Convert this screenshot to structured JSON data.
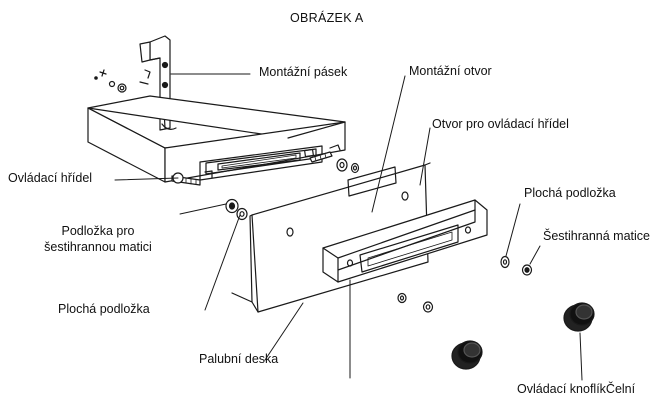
{
  "title": "OBRÁZEK A",
  "labels": {
    "mounting_strap": "Montážní pásek",
    "mounting_hole": "Montážní otvor",
    "shaft_hole": "Otvor pro ovládací hřídel",
    "control_shaft": "Ovládací hřídel",
    "hex_washer_1": "Podložka pro",
    "hex_washer_2": "šestihrannou matici",
    "flat_washer_left": "Plochá podložka",
    "flat_washer_right": "Plochá podložka",
    "hex_nut": "Šestihranná matice",
    "dashboard": "Palubní deska",
    "knob_front": "Ovládací knoflíkČelní"
  }
}
